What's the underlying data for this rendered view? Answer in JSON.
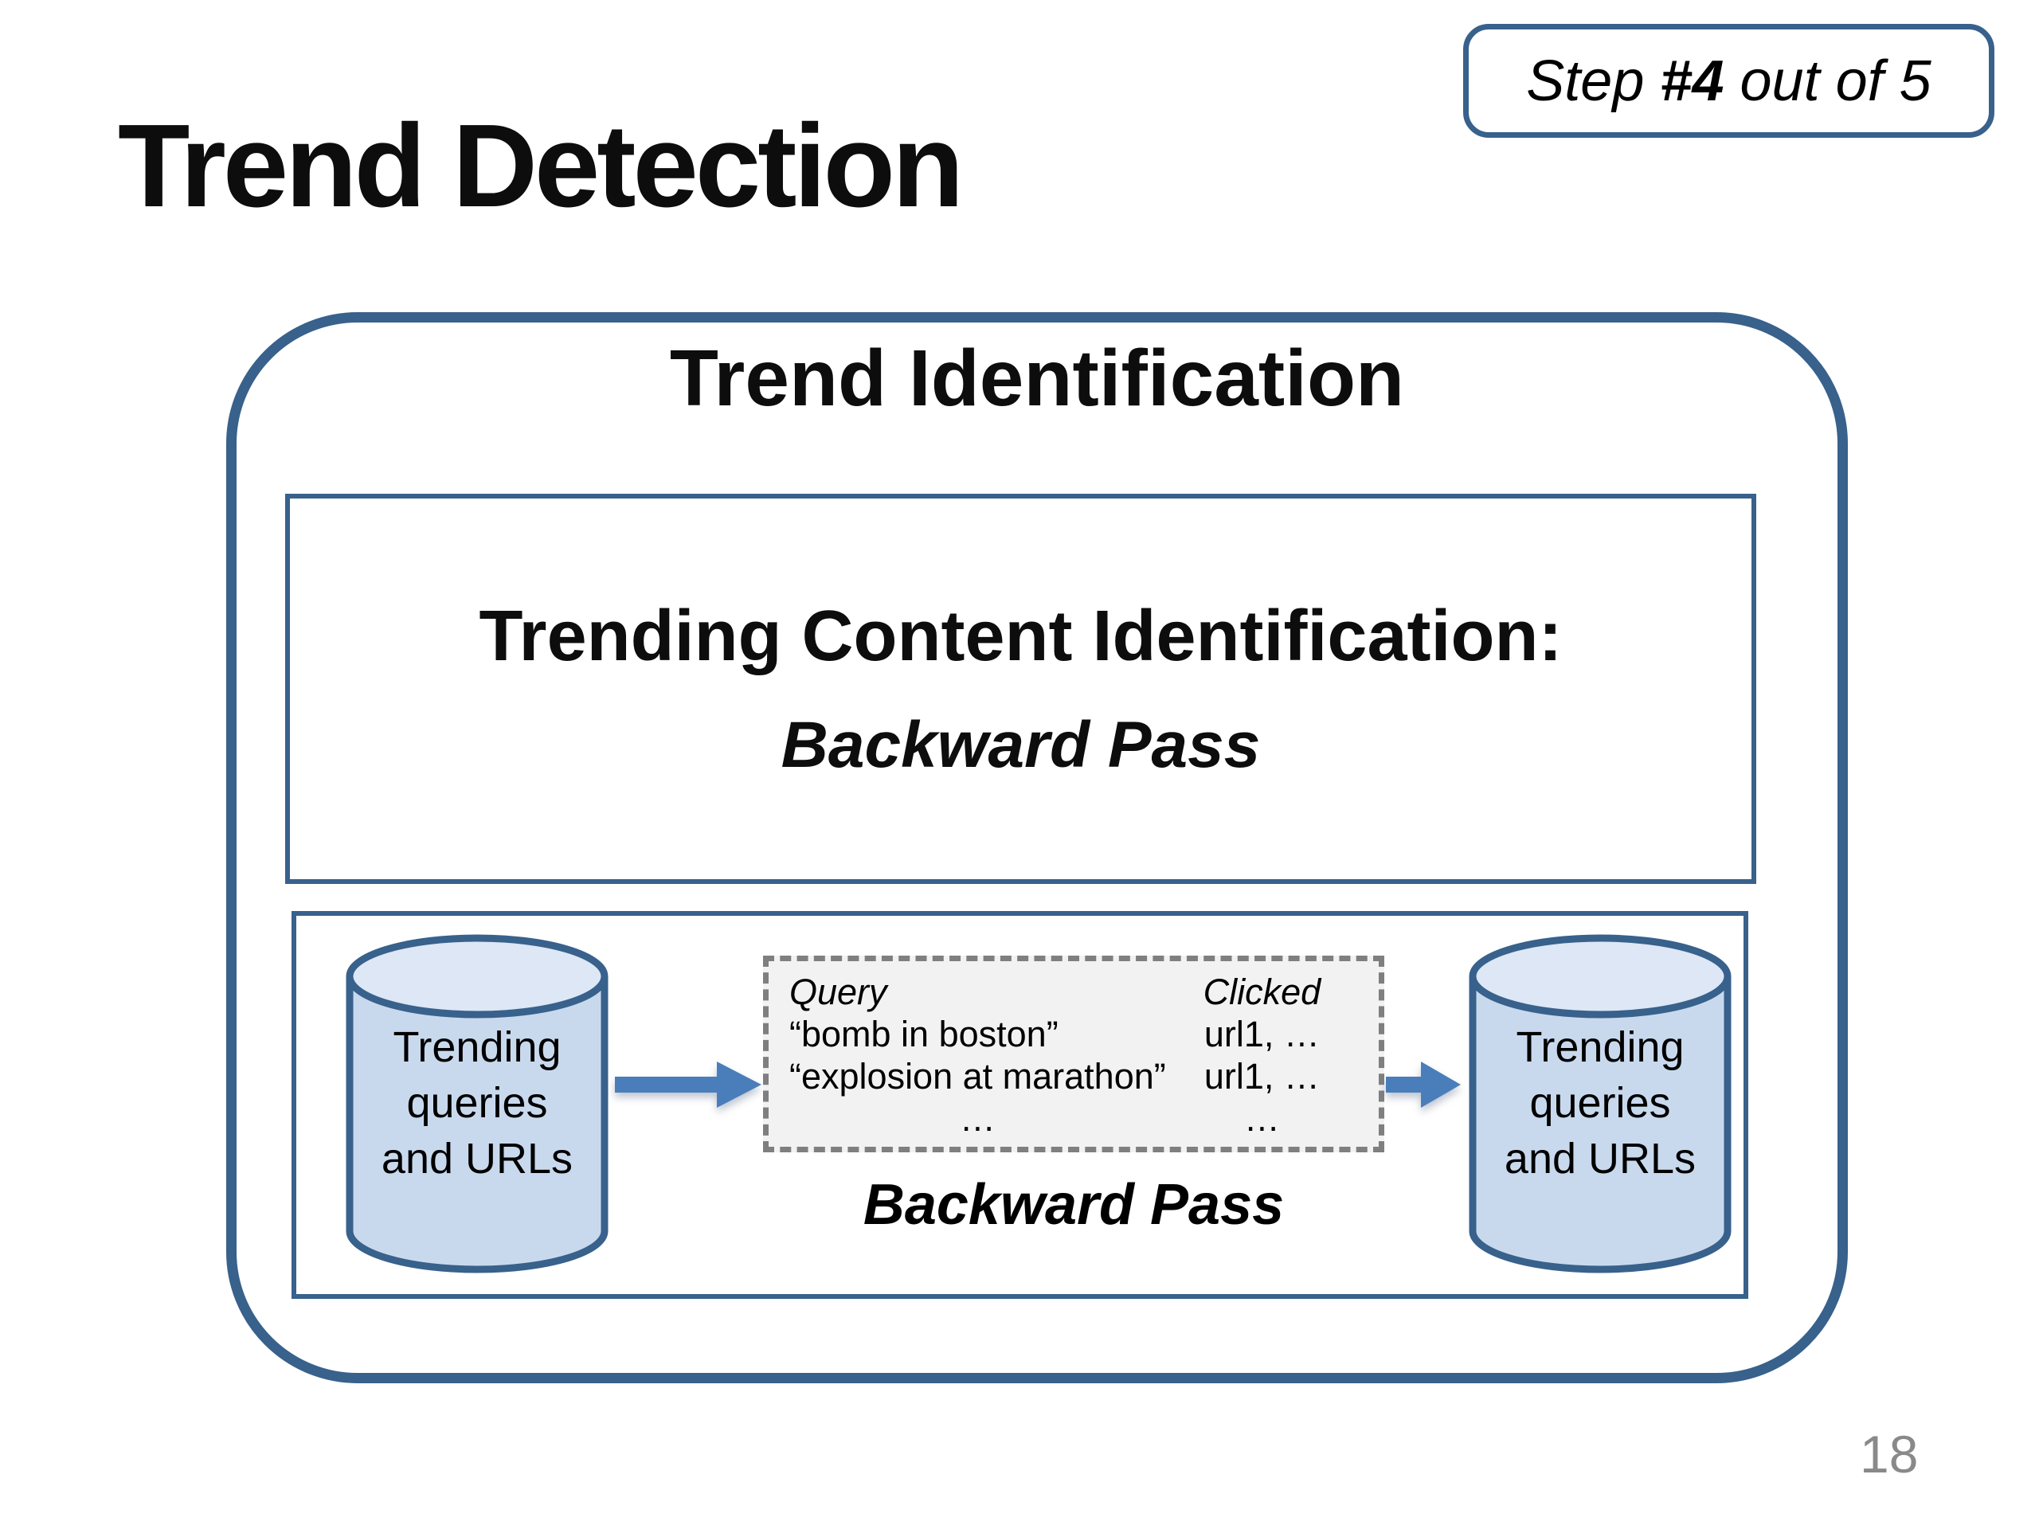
{
  "slide": {
    "title": "Trend Detection",
    "page_number": "18",
    "step_badge": {
      "prefix": "Step ",
      "step": "#4",
      "suffix": " out of 5"
    }
  },
  "diagram": {
    "heading": "Trend Identification",
    "content_box": {
      "title": "Trending Content Identification:",
      "subtitle": "Backward Pass"
    },
    "backward_pass_box": {
      "left_database_label": "Trending\nqueries\nand URLs",
      "right_database_label": "Trending\nqueries\nand URLs",
      "pass_label": "Backward Pass",
      "query_table": {
        "headers": {
          "query": "Query",
          "clicked": "Clicked"
        },
        "rows": [
          {
            "query": "“bomb in boston”",
            "clicked": "url1, …"
          },
          {
            "query": "“explosion at marathon”",
            "clicked": "url1, …"
          },
          {
            "query": "…",
            "clicked": "…"
          }
        ]
      }
    }
  },
  "icons": {
    "left_database": "database-cylinder-icon",
    "right_database": "database-cylinder-icon",
    "flow_left": "arrow-right-icon",
    "flow_right": "arrow-right-icon"
  },
  "colors": {
    "line": "#38618c",
    "arrow": "#4a7ebb",
    "cylinder_fill": "#c9d9ed",
    "cylinder_top_fill": "#dde7f5",
    "dashed_box_bg": "#f2f2f2",
    "dashed_border": "#7f7f7f",
    "page_number": "#898989",
    "text": "#0d0d0d"
  }
}
